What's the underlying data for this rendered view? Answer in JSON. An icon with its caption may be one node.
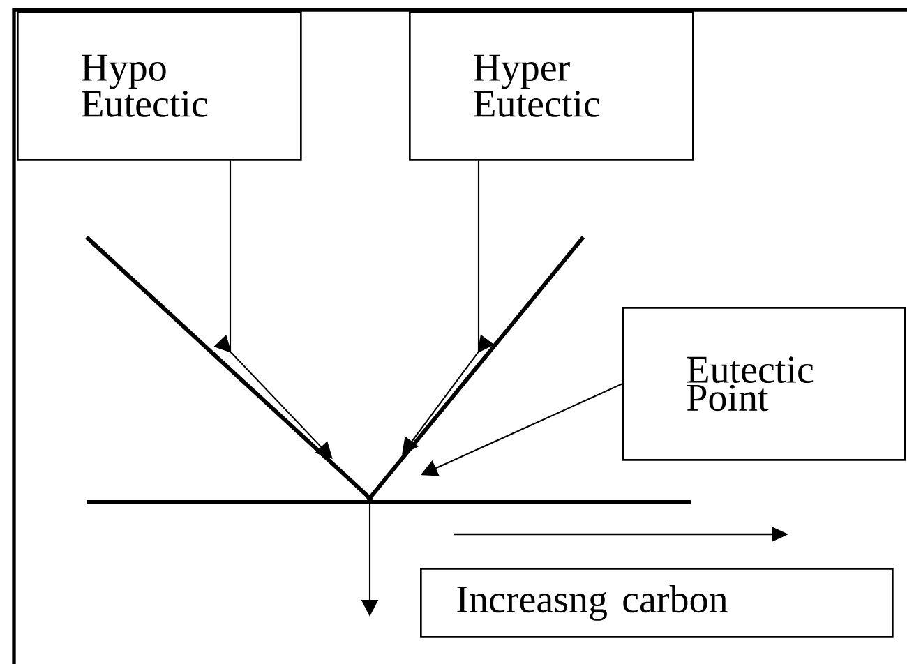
{
  "diagram": {
    "nodes": [
      {
        "text": [
          "Hypo Eutectic"
        ]
      },
      {
        "text": [
          "Hyper Eutectic"
        ]
      },
      {
        "text": [
          "Eutectic Point"
        ]
      },
      {
        "text": [
          "Increasng carbon"
        ]
      },
      {
        "text": [],
        "shape": "point"
      }
    ],
    "edges": [
      {
        "from": 0,
        "to": 4,
        "arrow": "to"
      },
      {
        "from": 1,
        "to": 4,
        "arrow": "to"
      },
      {
        "from": 2,
        "to": 4,
        "arrow": "to"
      },
      {
        "from": 4,
        "to": null,
        "arrow": "to"
      }
    ]
  }
}
